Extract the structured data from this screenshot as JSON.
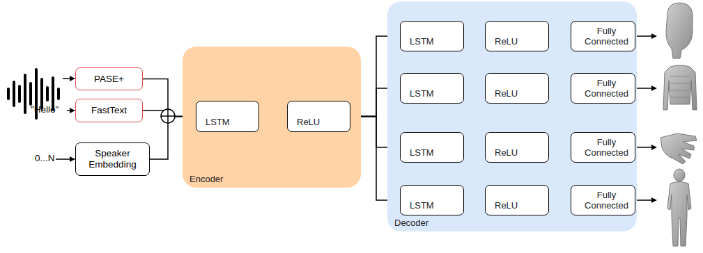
{
  "diagram": {
    "nodes": [
      {
        "text": [
          "PASE+"
        ]
      },
      {
        "text": [
          "FastText"
        ]
      },
      {
        "text": [
          "Speaker Embedding"
        ]
      },
      {
        "text": [
          "Encoder"
        ]
      },
      {
        "text": [
          "LSTM"
        ],
        "in": 3
      },
      {
        "text": [
          "ReLU"
        ],
        "in": 3
      },
      {
        "text": [
          "Decoder"
        ]
      },
      {
        "text": [
          "LSTM"
        ],
        "in": 6
      },
      {
        "text": [
          "ReLU"
        ],
        "in": 6
      },
      {
        "text": [
          "Fully Connected"
        ],
        "in": 6
      },
      {
        "text": [
          "LSTM"
        ],
        "in": 6
      },
      {
        "text": [
          "ReLU"
        ],
        "in": 6
      },
      {
        "text": [
          "Fully Connected"
        ],
        "in": 6
      },
      {
        "text": [
          "LSTM"
        ],
        "in": 6
      },
      {
        "text": [
          "ReLU"
        ],
        "in": 6
      },
      {
        "text": [
          "Fully Connected"
        ],
        "in": 6
      },
      {
        "text": [
          "LSTM"
        ],
        "in": 6
      },
      {
        "text": [
          "ReLU"
        ],
        "in": 6
      },
      {
        "text": [
          "Fully Connected"
        ],
        "in": 6
      }
    ],
    "edges": [
      {
        "from": 0,
        "to": 4,
        "arrow": "to"
      },
      {
        "from": 1,
        "to": 4,
        "arrow": "to"
      },
      {
        "from": 2,
        "to": 4,
        "arrow": "to"
      },
      {
        "from": 4,
        "to": 5,
        "arrow": "to"
      },
      {
        "from": 5,
        "to": 7,
        "arrow": "to"
      },
      {
        "from": 5,
        "to": 10,
        "arrow": "to"
      },
      {
        "from": 5,
        "to": 13,
        "arrow": "to"
      },
      {
        "from": 5,
        "to": 16,
        "arrow": "to"
      },
      {
        "from": 7,
        "to": 8,
        "arrow": "to"
      },
      {
        "from": 8,
        "to": 9,
        "arrow": "to"
      },
      {
        "from": 10,
        "to": 11,
        "arrow": "to"
      },
      {
        "from": 11,
        "to": 12,
        "arrow": "to"
      },
      {
        "from": 13,
        "to": 14,
        "arrow": "to"
      },
      {
        "from": 14,
        "to": 15,
        "arrow": "to"
      },
      {
        "from": 16,
        "to": 17,
        "arrow": "to"
      },
      {
        "from": 17,
        "to": 18,
        "arrow": "to"
      }
    ],
    "labels": [
      "\"Hello\"",
      "0...N"
    ]
  }
}
